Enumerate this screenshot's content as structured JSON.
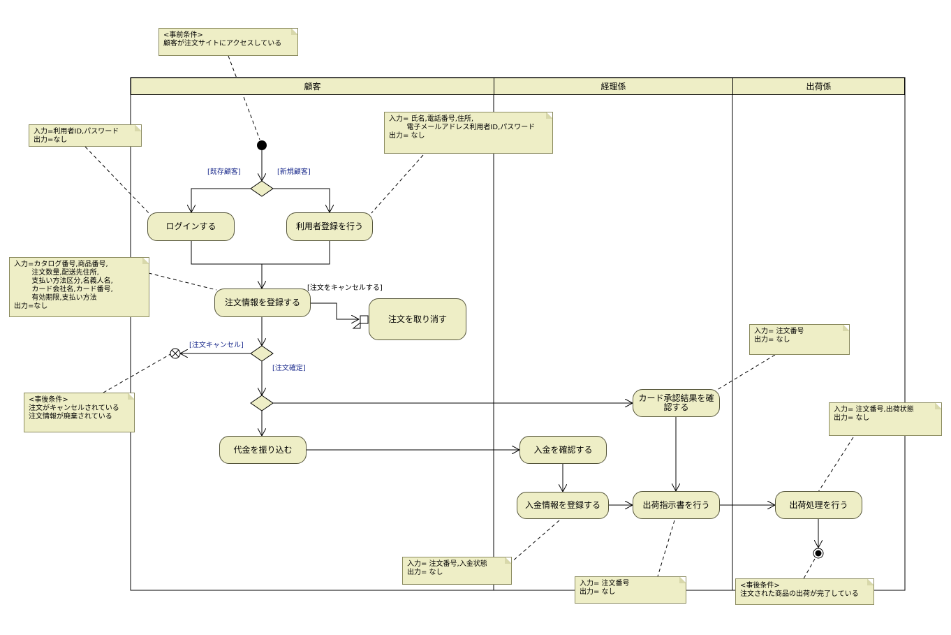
{
  "lanes": [
    {
      "name": "顧客"
    },
    {
      "name": "経理係"
    },
    {
      "name": "出荷係"
    }
  ],
  "activities": {
    "login": "ログインする",
    "register_user": "利用者登録を行う",
    "register_order": "注文情報を登録する",
    "cancel_order": "注文を取り消す",
    "pay": "代金を振り込む",
    "confirm_payment": "入金を確認する",
    "register_payment": "入金情報を登録する",
    "card_confirm": "カード承認結果を確\n認する",
    "ship_instruction": "出荷指示書を行う",
    "shipping": "出荷処理を行う"
  },
  "guards": {
    "existing": "[既存顧客]",
    "new": "[新規顧客]",
    "cancel": "[注文キャンセル]",
    "confirm": "[注文確定]",
    "cancel_interrupt": "[注文をキャンセルする]"
  },
  "notes": {
    "precondition": "<事前条件>\n顧客が注文サイトにアクセスしている",
    "login_io": "入力=利用者ID,パスワード\n出力=なし",
    "register_io": "入力= 氏名,電話番号,住所,\n        電子メールアドレス利用者ID,パスワード\n出力= なし",
    "order_io": "入力=カタログ番号,商品番号,\n        注文数量,配送先住所,\n        支払い方法区分,名義人名,\n        カード会社名,カード番号,\n        有効期限,支払い方法\n出力=なし",
    "cancel_post": "<事後条件>\n注文がキャンセルされている\n注文情報が廃棄されている",
    "card_io": "入力= 注文番号\n出力= なし",
    "ship_io": "入力= 注文番号,出荷状態\n出力= なし",
    "payment_io": "入力= 注文番号,入金状態\n出力= なし",
    "instruction_io": "入力= 注文番号\n出力= なし",
    "postcondition": "<事後条件>\n注文された商品の出荷が完了している"
  }
}
